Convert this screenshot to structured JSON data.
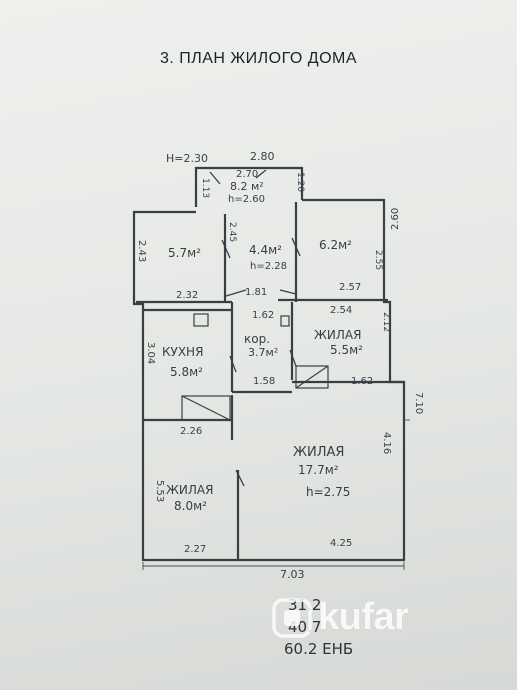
{
  "title": "3. ПЛАН ЖИЛОГО ДОМА",
  "rooms": {
    "vestibule": {
      "dim_top": "2.80",
      "height_label": "H=2.30",
      "width": "2.70",
      "area": "8.2 м²",
      "h": "h=2.60",
      "left": "1.13",
      "right": "1.20"
    },
    "room_tl": {
      "area": "5.7м²",
      "left": "2.43",
      "bottom": "2.32"
    },
    "hall": {
      "area": "4.4м²",
      "h": "h=2.28",
      "left": "2.45",
      "bottom": "1.81"
    },
    "room_tr": {
      "area": "6.2м²",
      "right": "2.55",
      "bottom": "2.57",
      "outer": "2.60"
    },
    "corridor": {
      "name": "кор.",
      "area": "3.7м²",
      "top": "1.62",
      "bottom": "1.58"
    },
    "living_small": {
      "name": "ЖИЛАЯ",
      "area": "5.5м²",
      "top": "2.54",
      "bottom": "1.62",
      "right": "2.12"
    },
    "kitchen": {
      "name": "КУХНЯ",
      "area": "5.8м²",
      "left": "3.04"
    },
    "living_big": {
      "name": "ЖИЛАЯ",
      "area": "17.7м²",
      "h": "h=2.75",
      "right": "4.16",
      "outer": "7.10",
      "bottom": "4.25"
    },
    "living_left": {
      "name": "ЖИЛАЯ",
      "area": "8.0м²",
      "top": "2.26",
      "left": "5.53",
      "bottom": "2.27"
    }
  },
  "overall_width": "7.03",
  "totals": [
    "31.2",
    "40.7",
    "60.2 ЕНБ"
  ],
  "watermark": "kufar"
}
